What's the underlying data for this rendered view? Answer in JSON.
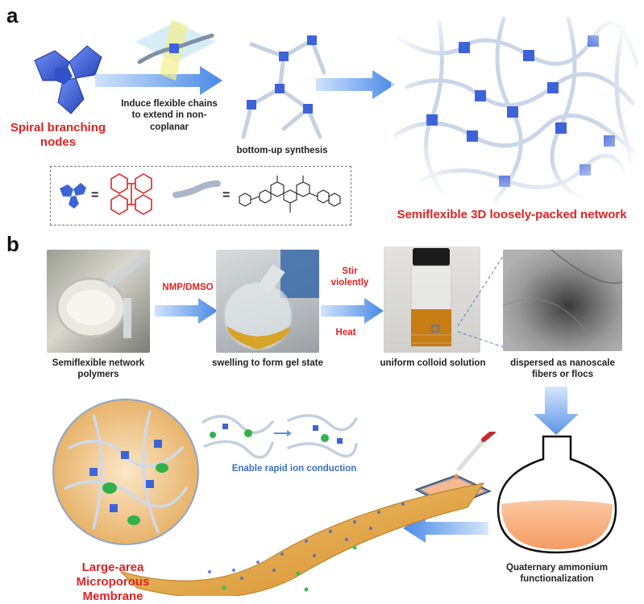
{
  "panel_a": {
    "letter": "a",
    "node_label": "Spiral branching nodes",
    "induce_label": "Induce flexible chains to extend in non-coplanar",
    "synthesis_label": "bottom-up synthesis",
    "network_label": "Semiflexible 3D loosely-packed  network",
    "legend": {
      "eq1": "=",
      "eq2": "="
    }
  },
  "panel_b": {
    "letter": "b",
    "step1_label": "Semiflexible network polymers",
    "solvent_label": "NMP/DMSO",
    "step2_label": "swelling to form gel state",
    "stir_label": "Stir violently",
    "heat_label": "Heat",
    "step3_label": "uniform colloid solution",
    "step4_label": "dispersed as nanoscale fibers or flocs",
    "ion_label": "Enable rapid ion conduction",
    "membrane_label": "Large-area Microporous Membrane",
    "quaternary_label": "Quaternary ammonium functionalization"
  },
  "colors": {
    "node_blue": "#3d63d9",
    "chain_grey": "#b9c6d8",
    "arrow_blue": "#5a93e6",
    "label_red": "#e32222",
    "membrane_gold": "#e0a43c",
    "flask_orange": "#f6a36f"
  }
}
